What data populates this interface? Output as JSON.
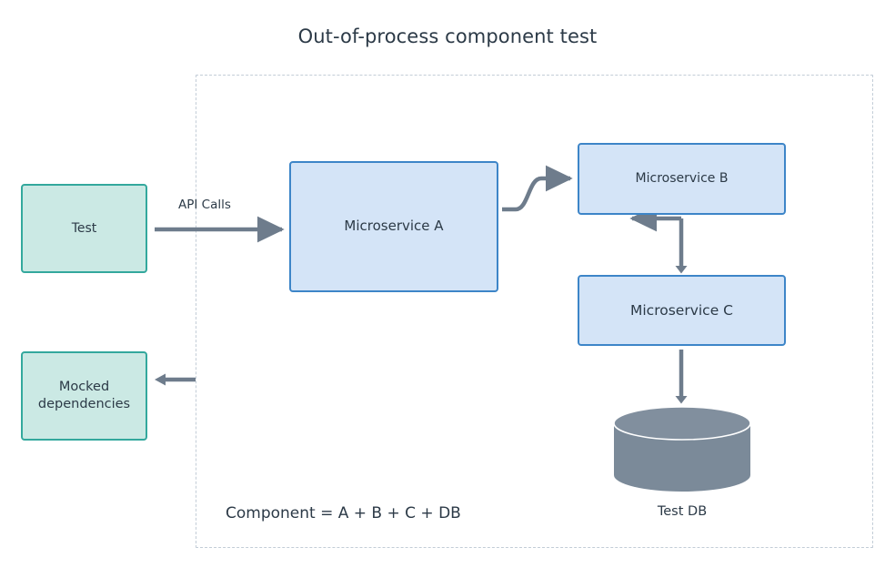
{
  "diagram": {
    "title": "Out-of-process component test",
    "boundary": {
      "name": "component-boundary",
      "style": "dashed",
      "color": "#c3cdd7"
    },
    "nodes": [
      {
        "id": "test",
        "label": "Test",
        "shape": "rectangle",
        "fill": "#cbe9e4",
        "stroke": "#33a89d"
      },
      {
        "id": "mocked",
        "label": "Mocked\ndependencies",
        "shape": "rectangle",
        "fill": "#cbe9e4",
        "stroke": "#33a89d"
      },
      {
        "id": "ms_a",
        "label": "Microservice A",
        "shape": "rectangle",
        "fill": "#d4e4f7",
        "stroke": "#3d85c8"
      },
      {
        "id": "ms_b",
        "label": "Microservice B",
        "shape": "rectangle",
        "fill": "#d4e4f7",
        "stroke": "#3d85c8"
      },
      {
        "id": "ms_c",
        "label": "Microservice C",
        "shape": "rectangle",
        "fill": "#d4e4f7",
        "stroke": "#3d85c8"
      },
      {
        "id": "db",
        "label": "Test DB",
        "shape": "cylinder",
        "fill": "#7b8a99",
        "stroke": "#ffffff"
      }
    ],
    "edges": [
      {
        "id": "test-to-ms-a",
        "from": "test",
        "to": "ms_a",
        "label": "API Calls",
        "style": "straight",
        "color": "#6e7c8c"
      },
      {
        "id": "ms-a-to-ms-b",
        "from": "ms_a",
        "to": "ms_b",
        "label": "",
        "style": "s-curve",
        "color": "#6e7c8c"
      },
      {
        "id": "ms-b-to-ms-c",
        "from": "ms_b",
        "to": "ms_c",
        "label": "",
        "style": "straight",
        "color": "#6e7c8c"
      },
      {
        "id": "ms-c-to-db",
        "from": "ms_c",
        "to": "db",
        "label": "",
        "style": "straight",
        "color": "#6e7c8c"
      },
      {
        "id": "boundary-to-mocked",
        "from": "boundary",
        "to": "mocked",
        "label": "",
        "style": "straight",
        "color": "#6e7c8c"
      }
    ],
    "footnote": "Component = A + B + C + DB",
    "colors": {
      "background": "#ffffff",
      "text": "#2c3a47",
      "teal_fill": "#cbe9e4",
      "teal_stroke": "#33a89d",
      "blue_fill": "#d4e4f7",
      "blue_stroke": "#3d85c8",
      "arrow": "#6e7c8c",
      "db_body": "#7b8a99",
      "db_top": "#808e9d",
      "dashed_border": "#c3cdd7"
    }
  }
}
